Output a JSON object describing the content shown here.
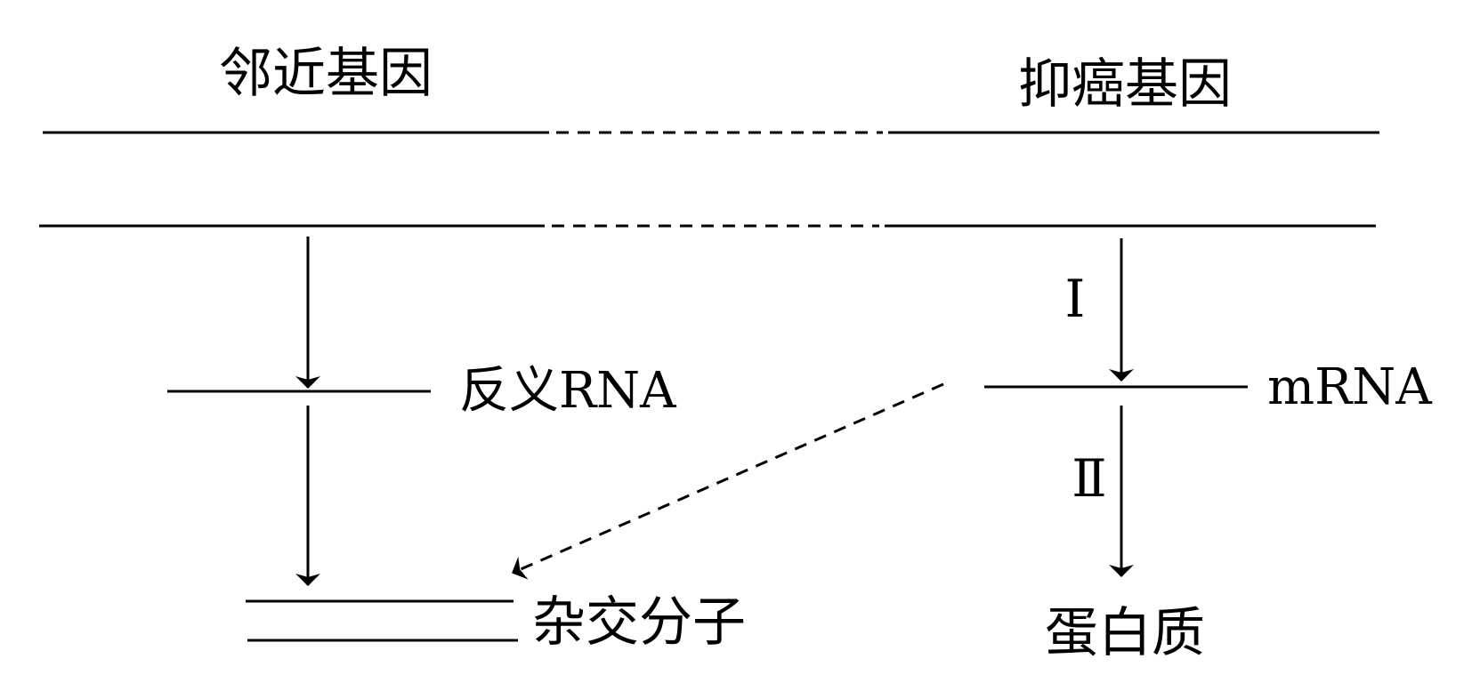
{
  "labels": {
    "adjacent_gene": "邻近基因",
    "tumor_suppressor_gene": "抑癌基因",
    "antisense_rna": "反义RNA",
    "mrna": "mRNA",
    "hybrid_molecule": "杂交分子",
    "protein": "蛋白质",
    "step_one": "Ⅰ",
    "step_two": "Ⅱ"
  },
  "colors": {
    "ink": "#000000",
    "background": "#ffffff"
  }
}
